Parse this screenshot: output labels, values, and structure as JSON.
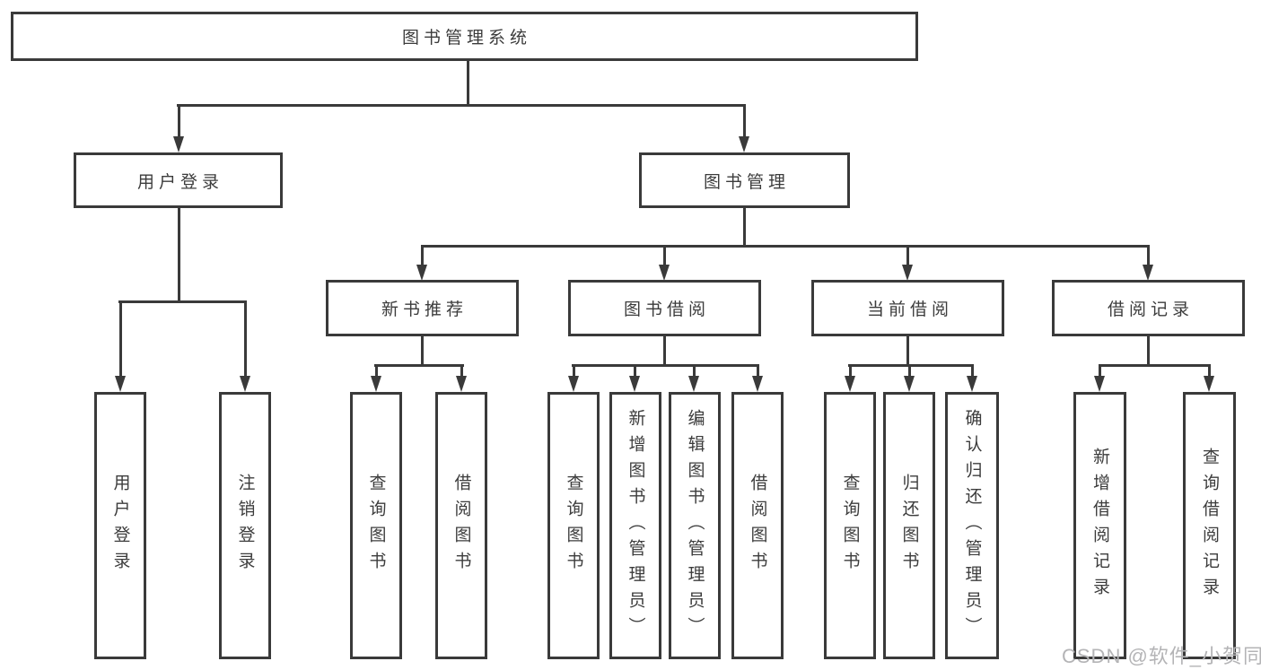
{
  "title": "图书管理系统",
  "colors": {
    "line": "#3a3a3a",
    "text": "#3c3c3c",
    "background": "#ffffff",
    "watermark": "#b4b4b6"
  },
  "watermark": {
    "text": "CSDN @软件_小贺同学"
  },
  "tree": {
    "root": {
      "label": "图书管理系统"
    },
    "branches": [
      {
        "label": "用户登录",
        "children": [
          {
            "label": "用户登录"
          },
          {
            "label": "注销登录"
          }
        ]
      },
      {
        "label": "图书管理",
        "children": [
          {
            "label": "新书推荐",
            "children": [
              {
                "label": "查询图书"
              },
              {
                "label": "借阅图书"
              }
            ]
          },
          {
            "label": "图书借阅",
            "children": [
              {
                "label": "查询图书"
              },
              {
                "label": "新增图书（管理员）"
              },
              {
                "label": "编辑图书（管理员）"
              },
              {
                "label": "借阅图书"
              }
            ]
          },
          {
            "label": "当前借阅",
            "children": [
              {
                "label": "查询图书"
              },
              {
                "label": "归还图书"
              },
              {
                "label": "确认归还（管理员）"
              }
            ]
          },
          {
            "label": "借阅记录",
            "children": [
              {
                "label": "新增借阅记录"
              },
              {
                "label": "查询借阅记录"
              }
            ]
          }
        ]
      }
    ]
  }
}
